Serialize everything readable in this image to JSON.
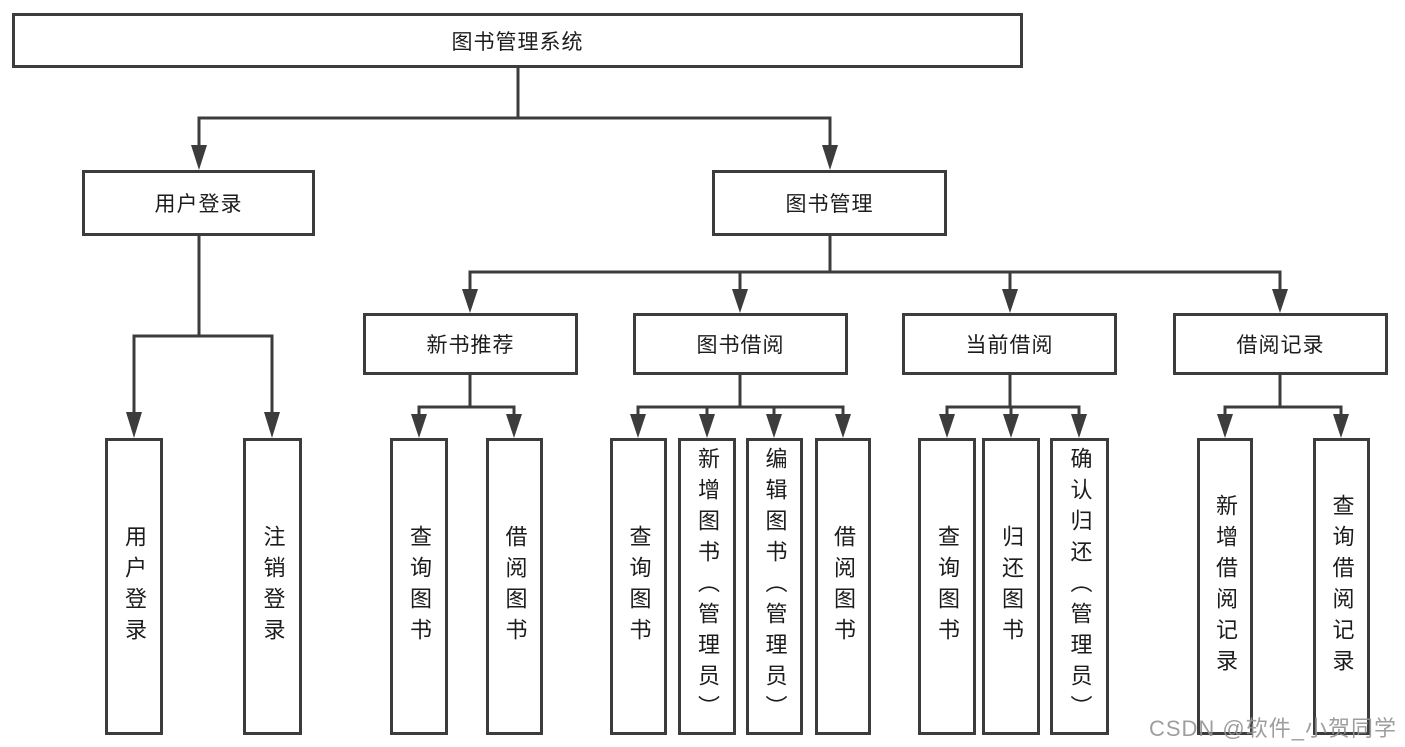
{
  "diagram_title": "图书管理系统",
  "colors": {
    "line": "#3c3c3c",
    "text": "#1c1c1c",
    "background": "#ffffff",
    "watermark": "#949494"
  },
  "tree": {
    "label": "图书管理系统",
    "children": [
      {
        "label": "用户登录",
        "children": [
          {
            "label": "用户登录"
          },
          {
            "label": "注销登录"
          }
        ]
      },
      {
        "label": "图书管理",
        "children": [
          {
            "label": "新书推荐",
            "children": [
              {
                "label": "查询图书"
              },
              {
                "label": "借阅图书"
              }
            ]
          },
          {
            "label": "图书借阅",
            "children": [
              {
                "label": "查询图书"
              },
              {
                "label": "新增图书（管理员）"
              },
              {
                "label": "编辑图书（管理员）"
              },
              {
                "label": "借阅图书"
              }
            ]
          },
          {
            "label": "当前借阅",
            "children": [
              {
                "label": "查询图书"
              },
              {
                "label": "归还图书"
              },
              {
                "label": "确认归还（管理员）"
              }
            ]
          },
          {
            "label": "借阅记录",
            "children": [
              {
                "label": "新增借阅记录"
              },
              {
                "label": "查询借阅记录"
              }
            ]
          }
        ]
      }
    ]
  },
  "watermark": {
    "text": "CSDN @软件_小贺同学"
  }
}
